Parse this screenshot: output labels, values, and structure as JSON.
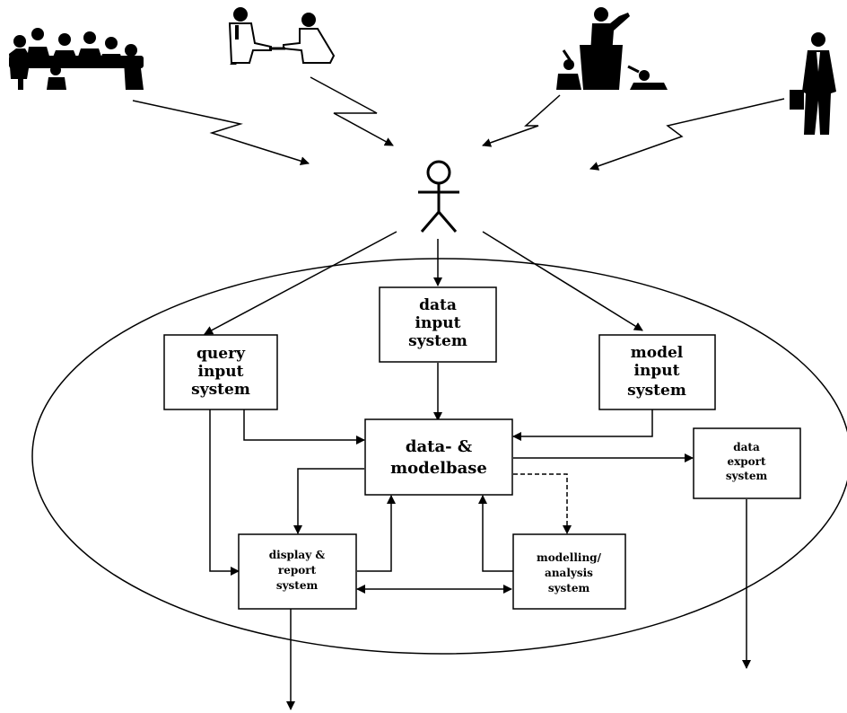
{
  "boxes": {
    "query_input": [
      "query",
      "input",
      "system"
    ],
    "data_input": [
      "data",
      "input",
      "system"
    ],
    "model_input": [
      "model",
      "input",
      "system"
    ],
    "database": [
      "data- &",
      "modelbase"
    ],
    "data_export": [
      "data",
      "export",
      "system"
    ],
    "display_report": [
      "display &",
      "report",
      "system"
    ],
    "modelling_analysis": [
      "modelling/",
      "analysis",
      "system"
    ]
  },
  "icons": {
    "user": "stick-figure-icon",
    "group_meeting": "meeting-group-icon",
    "handshake": "handshake-icon",
    "presentation": "speaker-podium-icon",
    "businessman": "businessman-icon"
  },
  "colors": {
    "ink": "#000000",
    "background": "#ffffff"
  }
}
